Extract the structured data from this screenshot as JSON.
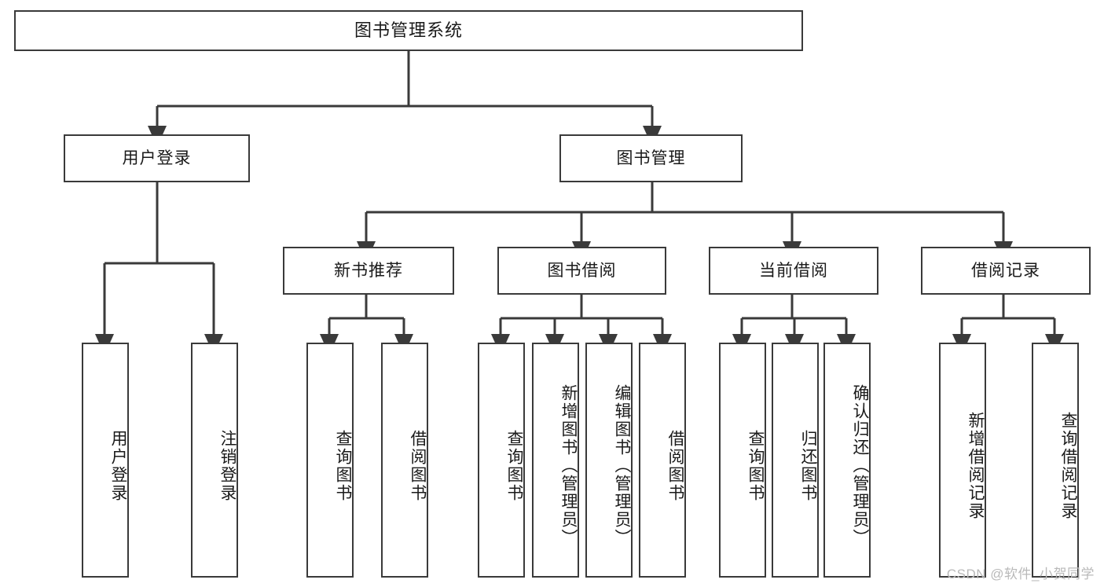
{
  "diagram": {
    "title": "图书管理系统",
    "type": "tree-hierarchy-diagram",
    "stroke_color": "#3a3a3a",
    "text_color": "#1a1a1a",
    "background_color": "#ffffff"
  },
  "root": {
    "label": "图书管理系统"
  },
  "level1": [
    {
      "label": "用户登录"
    },
    {
      "label": "图书管理"
    }
  ],
  "level2": [
    {
      "label": "新书推荐"
    },
    {
      "label": "图书借阅"
    },
    {
      "label": "当前借阅"
    },
    {
      "label": "借阅记录"
    }
  ],
  "leaves": {
    "user_login": [
      {
        "label": "用户登录"
      },
      {
        "label": "注销登录"
      }
    ],
    "new_book_recommend": [
      {
        "label": "查询图书"
      },
      {
        "label": "借阅图书"
      }
    ],
    "book_borrow": [
      {
        "label": "查询图书"
      },
      {
        "label": "新增图书（管理员）"
      },
      {
        "label": "编辑图书（管理员）"
      },
      {
        "label": "借阅图书"
      }
    ],
    "current_borrow": [
      {
        "label": "查询图书"
      },
      {
        "label": "归还图书"
      },
      {
        "label": "确认归还（管理员）"
      }
    ],
    "borrow_record": [
      {
        "label": "新增借阅记录"
      },
      {
        "label": "查询借阅记录"
      }
    ]
  },
  "watermark": {
    "text": "CSDN @软件_小贺同学"
  }
}
